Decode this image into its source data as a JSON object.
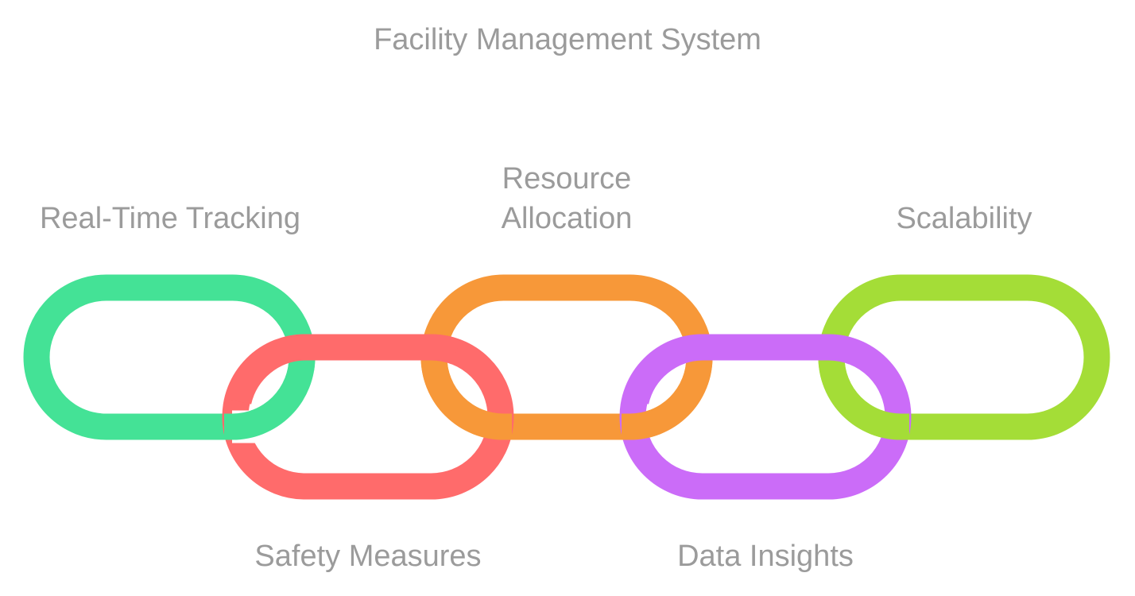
{
  "title": "Facility Management System",
  "links": [
    {
      "label": "Real-Time Tracking",
      "color": "#44e296",
      "position": "top"
    },
    {
      "label": "Safety Measures",
      "color": "#ff6b6b",
      "position": "bottom"
    },
    {
      "label": "Resource Allocation",
      "label_lines": [
        "Resource",
        "Allocation"
      ],
      "color": "#f79839",
      "position": "top"
    },
    {
      "label": "Data Insights",
      "color": "#cb6cf8",
      "position": "bottom"
    },
    {
      "label": "Scalability",
      "color": "#a4dd37",
      "position": "top"
    }
  ]
}
